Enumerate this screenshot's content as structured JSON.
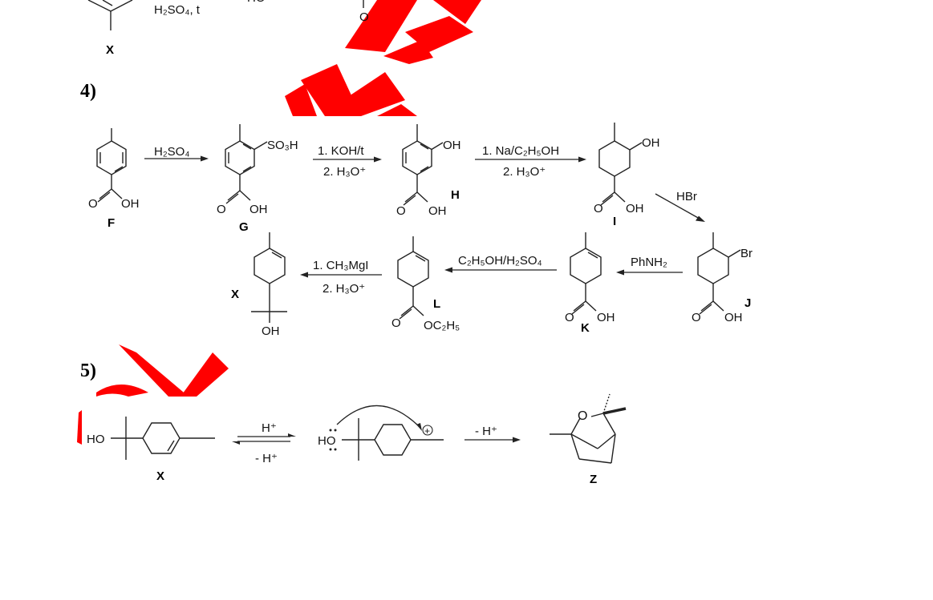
{
  "section4": {
    "number": "4)"
  },
  "section5": {
    "number": "5)"
  },
  "top": {
    "reagent": "H₂SO₄, t",
    "label_x": "X",
    "frag_ho": "HO",
    "frag_o": "O"
  },
  "compounds": {
    "F": "F",
    "G": "G",
    "H": "H",
    "I": "I",
    "J": "J",
    "K": "K",
    "L": "L",
    "X": "X",
    "Z": "Z"
  },
  "groups": {
    "oh": "OH",
    "o": "O",
    "so3h": "SO₃H",
    "br": "Br",
    "oc2h5": "OC₂H₅",
    "ho": "HO"
  },
  "reagents": {
    "h2so4": "H₂SO₄",
    "koh_1": "1. KOH/t",
    "h3o_2": "2. H₃O⁺",
    "na_1": "1. Na/C₂H₅OH",
    "hbr": "HBr",
    "phnh2": "PhNH₂",
    "ester": "C₂H₅OH/H₂SO₄",
    "grignard_1": "1. CH₃MgI",
    "h_plus": "H⁺",
    "minus_h_plus": "- H⁺",
    "plus_charge": "+"
  },
  "colors": {
    "watermark": "#ff0000",
    "ink": "#222222"
  }
}
